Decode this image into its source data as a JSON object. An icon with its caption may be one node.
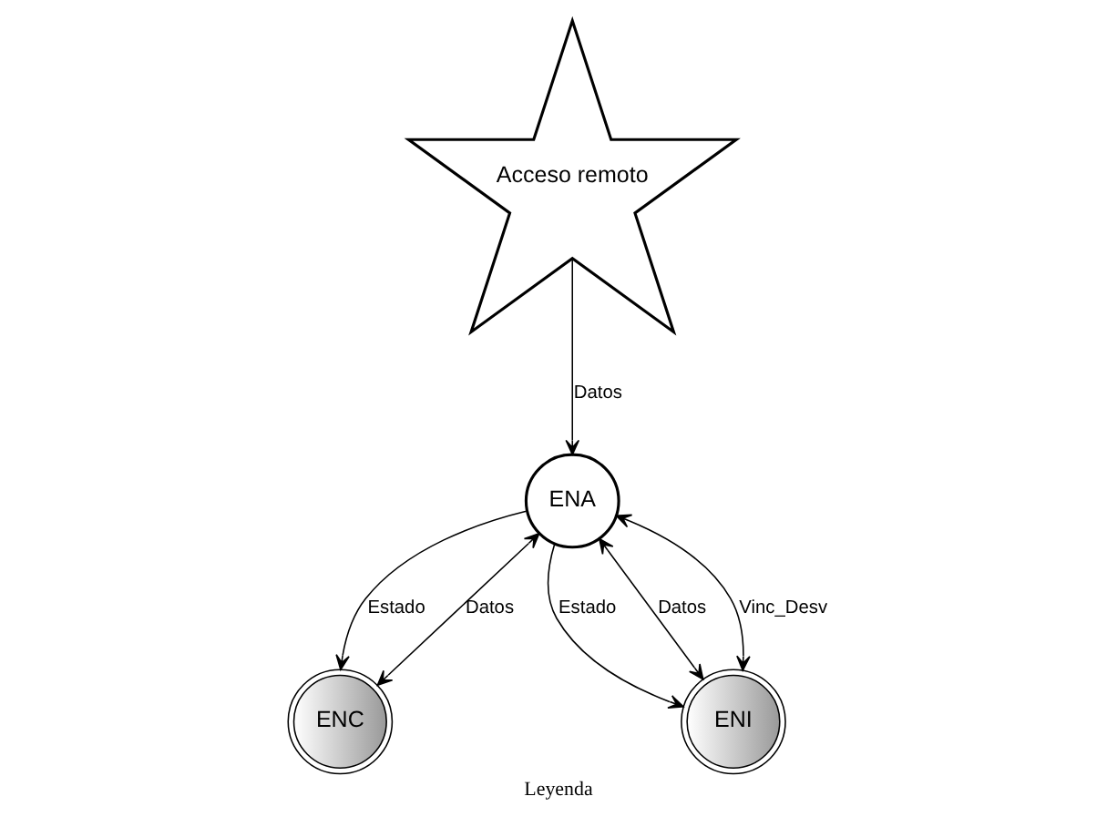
{
  "diagram": {
    "caption": "Leyenda",
    "nodes": [
      {
        "text": [
          "Acceso remoto"
        ]
      },
      {
        "text": [
          "ENA"
        ]
      },
      {
        "text": [
          "ENC"
        ]
      },
      {
        "text": [
          "ENI"
        ]
      }
    ],
    "edges": [
      {
        "from": 0,
        "to": 1,
        "label": "Datos",
        "arrow": "to"
      },
      {
        "from": 2,
        "to": 1,
        "label": "Datos",
        "arrow": "both"
      },
      {
        "from": 1,
        "to": 2,
        "label": "Estado",
        "arrow": "to"
      },
      {
        "from": 1,
        "to": 3,
        "label": "Estado",
        "arrow": "to"
      },
      {
        "from": 3,
        "to": 1,
        "label": "Datos",
        "arrow": "both"
      },
      {
        "from": 3,
        "to": 1,
        "label": "Vinc_Desv",
        "arrow": "both"
      }
    ]
  }
}
